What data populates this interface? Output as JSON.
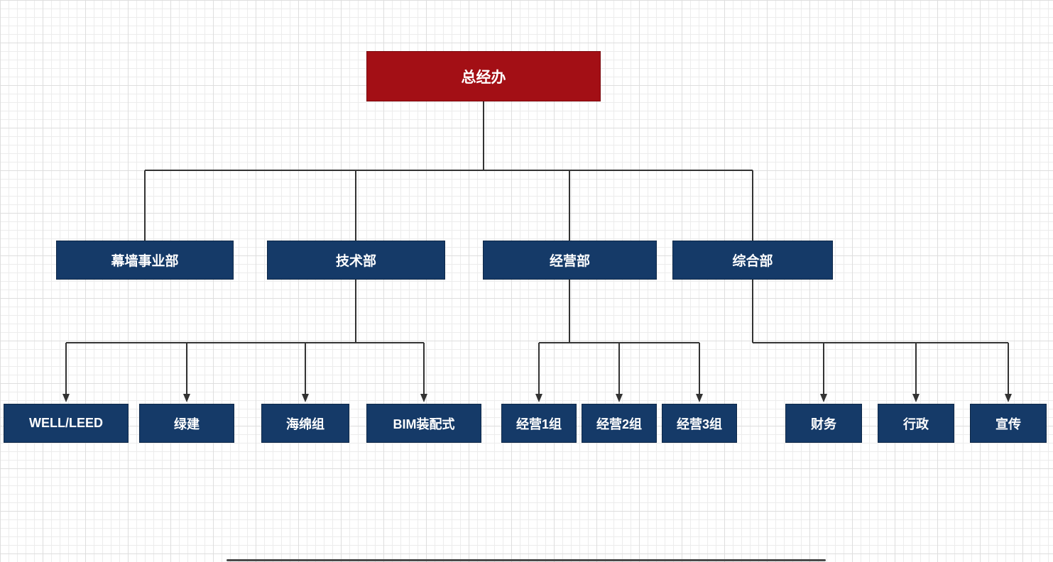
{
  "colors": {
    "root_fill": "#a30f15",
    "root_border": "#7a0b10",
    "dept_fill": "#153a68",
    "dept_border": "#0d2747",
    "line": "#333333",
    "scrollbar": "#4a4a4a",
    "grid_minor": "#ececec",
    "grid_major": "#dedede"
  },
  "org": {
    "root": {
      "label": "总经办"
    },
    "departments": [
      {
        "label": "幕墙事业部",
        "children": []
      },
      {
        "label": "技术部",
        "children": [
          {
            "label": "WELL/LEED"
          },
          {
            "label": "绿建"
          },
          {
            "label": "海绵组"
          },
          {
            "label": "BIM装配式"
          }
        ]
      },
      {
        "label": "经营部",
        "children": [
          {
            "label": "经营1组"
          },
          {
            "label": "经营2组"
          },
          {
            "label": "经营3组"
          }
        ]
      },
      {
        "label": "综合部",
        "children": [
          {
            "label": "财务"
          },
          {
            "label": "行政"
          },
          {
            "label": "宣传"
          }
        ]
      }
    ]
  }
}
